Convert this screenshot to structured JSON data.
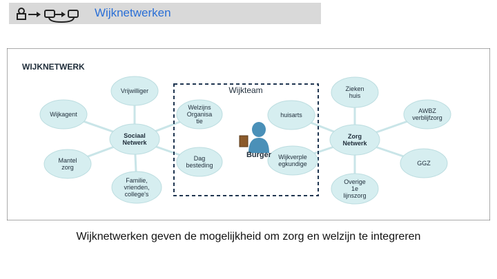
{
  "header": {
    "title": "Wijknetwerken"
  },
  "diagram": {
    "title": "WIJKNETWERK",
    "wijkteam_label": "Wijkteam",
    "burger_label": "Burger",
    "nodes": {
      "vrijwilliger": [
        "Vrijwilliger"
      ],
      "wijkagent": [
        "Wijkagent"
      ],
      "sociaal_netwerk": [
        "Sociaal",
        "Netwerk"
      ],
      "mantelzorg": [
        "Mantel",
        "zorg"
      ],
      "familie": [
        "Familie,",
        "vrienden,",
        "college's"
      ],
      "welzijn": [
        "Welzijns",
        "Organisa",
        "tie"
      ],
      "dagbesteding": [
        "Dag",
        "besteding"
      ],
      "huisarts": [
        "huisarts"
      ],
      "wijkverpleegkundige": [
        "Wijkverple",
        "egkundige"
      ],
      "ziekenhuis": [
        "Zieken",
        "huis"
      ],
      "awbz": [
        "AWBZ",
        "verblijfzorg"
      ],
      "zorg_netwerk": [
        "Zorg",
        "Netwerk"
      ],
      "ggz": [
        "GGZ"
      ],
      "overige": [
        "Overige",
        "1e",
        "lijnszorg"
      ]
    },
    "colors": {
      "node_fill": "#d6eef0",
      "spoke": "#c9e5e8",
      "dashed_box": "#1f3550",
      "person": "#4a90b8"
    }
  },
  "caption": "Wijknetwerken geven de mogelijkheid om zorg en welzijn te integreren"
}
